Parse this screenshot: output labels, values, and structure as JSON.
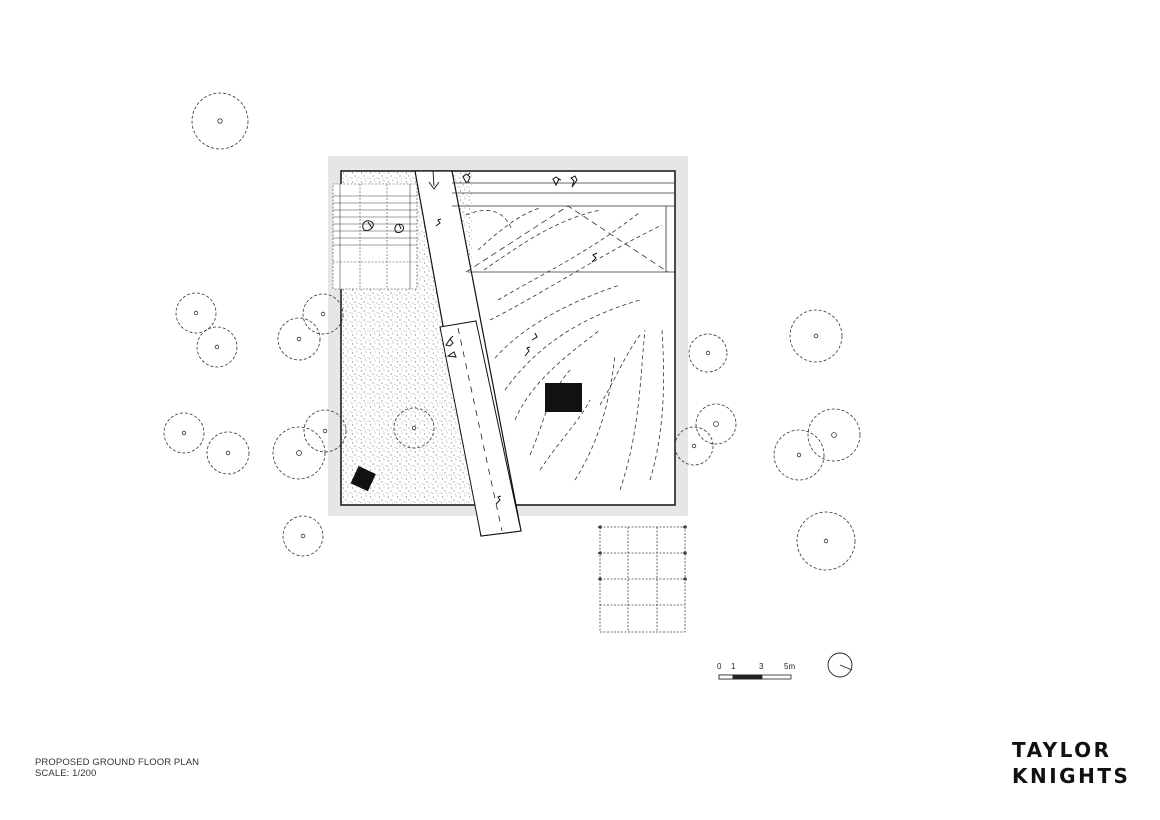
{
  "drawing": {
    "title_line": "PROPOSED GROUND FLOOR PLAN",
    "scale_line": "SCALE: 1/200"
  },
  "brand": {
    "line1": "TAYLOR",
    "line2": "KNIGHTS"
  },
  "scale_bar": {
    "tick_labels": [
      "0",
      "1",
      "3",
      "5m"
    ]
  },
  "icons": [
    "tree-icon",
    "north-arrow-icon",
    "figure-icon",
    "scale-bar-icon"
  ]
}
